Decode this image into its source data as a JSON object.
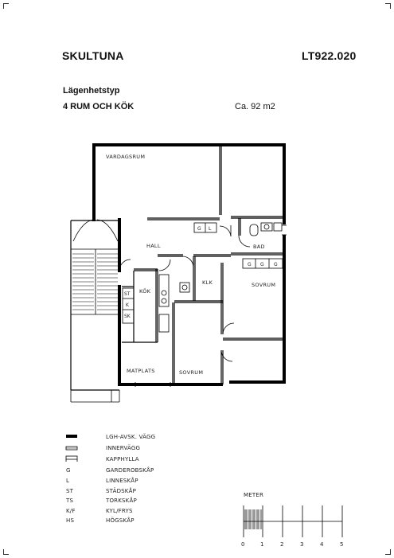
{
  "header": {
    "project": "SKULTUNA",
    "code": "LT922.020",
    "type_label": "Lägenhetstyp",
    "type_value": "4 RUM OCH KÖK",
    "area": "Ca. 92 m2"
  },
  "rooms": {
    "vardagsrum": "VARDAGSRUM",
    "hall": "HALL",
    "bad": "BAD",
    "klk": "KLK",
    "sovrum_right": "SOVRUM",
    "kok": "KÖK",
    "matplats": "MATPLATS",
    "sovrum_bottom": "SOVRUM"
  },
  "fixtures": {
    "g1": "G",
    "l1": "L",
    "g2": "G",
    "g3": "G",
    "g4": "G",
    "st": "ST",
    "k": "K",
    "sk": "SK"
  },
  "legend": [
    {
      "abbr": "",
      "text": "LGH-AVSK. VÄGG"
    },
    {
      "abbr": "",
      "text": "INNERVÄGG"
    },
    {
      "abbr": "",
      "text": "KAPPHYLLA"
    },
    {
      "abbr": "G",
      "text": "GARDEROBSKÅP"
    },
    {
      "abbr": "L",
      "text": "LINNESKÅP"
    },
    {
      "abbr": "ST",
      "text": "STÄDSKÅP"
    },
    {
      "abbr": "TS",
      "text": "TORKSKÅP"
    },
    {
      "abbr": "K/F",
      "text": "KYL/FRYS"
    },
    {
      "abbr": "HS",
      "text": "HÖGSKÅP"
    }
  ],
  "scale": {
    "label": "METER",
    "ticks": [
      "0",
      "1",
      "2",
      "3",
      "4",
      "5"
    ]
  }
}
